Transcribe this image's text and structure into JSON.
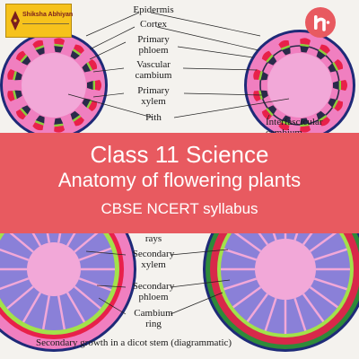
{
  "logo": {
    "text": "Shiksha Abhiyan"
  },
  "labels": {
    "epidermis": "Epidermis",
    "cortex": "Cortex",
    "primary_phloem_1": "Primary",
    "primary_phloem_2": "phloem",
    "vascular_cambium_1": "Vascular",
    "vascular_cambium_2": "cambium",
    "primary_xylem_1": "Primary",
    "primary_xylem_2": "xylem",
    "pith": "Pith",
    "interfascicular_1": "Interfascicular",
    "interfascicular_2": "cambium",
    "rays": "rays",
    "secondary_xylem_1": "Secondary",
    "secondary_xylem_2": "xylem",
    "secondary_phloem_1": "Secondary",
    "secondary_phloem_2": "phloem",
    "cambium_ring_1": "Cambium",
    "cambium_ring_2": "ring"
  },
  "banner": {
    "line1": "Class 11 Science",
    "line2": "Anatomy of flowering plants",
    "line3": "CBSE NCERT syllabus"
  },
  "caption": "Secondary growth in a dicot stem (diagrammatic)",
  "colors": {
    "banner": "#e85a60",
    "cortex": "#f07fc0",
    "pith": "#f2a8d8",
    "phloem": "#e8214a",
    "xylem": "#2a2a4a",
    "cambium": "#8ccf3a",
    "secondary_xylem": "#8a80d8",
    "badge": "#e85a60"
  }
}
